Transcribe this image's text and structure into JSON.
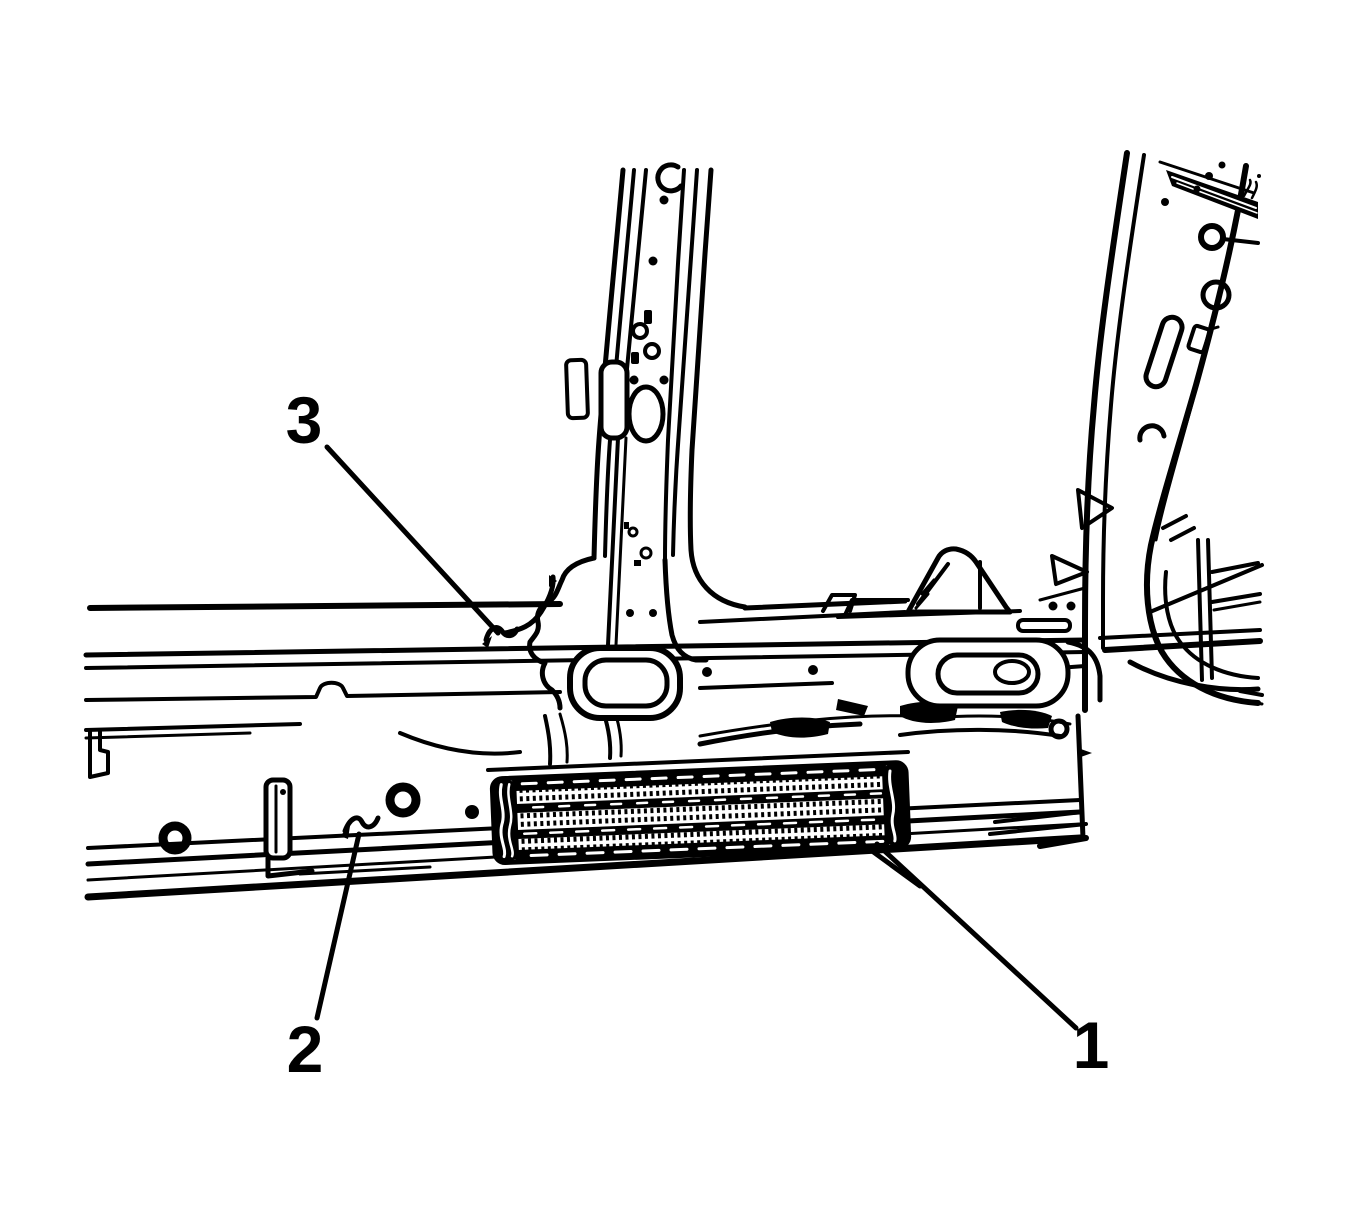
{
  "figure": {
    "background_color": "#ffffff",
    "line_color": "#000000",
    "callouts": [
      {
        "number": "1"
      },
      {
        "number": "2"
      },
      {
        "number": "3"
      }
    ]
  }
}
